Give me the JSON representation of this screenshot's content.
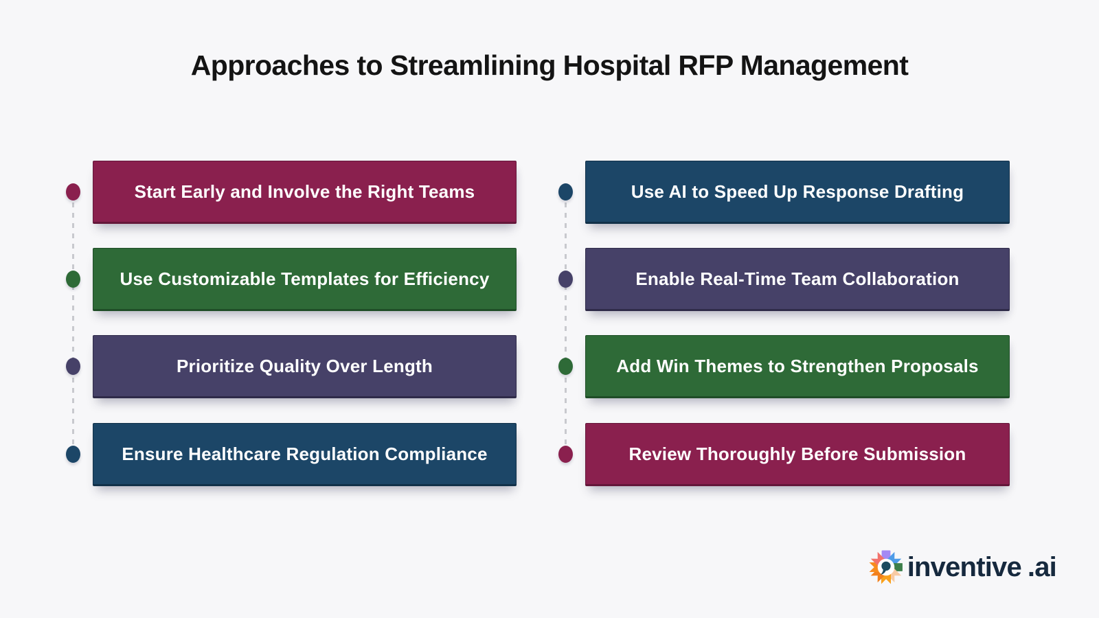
{
  "title": "Approaches to Streamlining Hospital RFP Management",
  "background": "#F7F7F9",
  "connector_color": "#C8C9CE",
  "box_text_color": "#FFFFFF",
  "columns": {
    "left": [
      {
        "label": "Start Early and Involve the Right Teams",
        "color": "#8A204E",
        "border": "#64173A"
      },
      {
        "label": "Use Customizable Templates for Efficiency",
        "color": "#2E6A37",
        "border": "#1F4D27"
      },
      {
        "label": "Prioritize Quality Over Length",
        "color": "#464168",
        "border": "#2F2B49"
      },
      {
        "label": "Ensure Healthcare Regulation Compliance",
        "color": "#1C4667",
        "border": "#123149"
      }
    ],
    "right": [
      {
        "label": "Use AI to Speed Up Response Drafting",
        "color": "#1C4667",
        "border": "#123149"
      },
      {
        "label": "Enable Real-Time Team Collaboration",
        "color": "#464168",
        "border": "#2F2B49"
      },
      {
        "label": "Add Win Themes to Strengthen Proposals",
        "color": "#2E6A37",
        "border": "#1F4D27"
      },
      {
        "label": "Review Thoroughly Before Submission",
        "color": "#8A204E",
        "border": "#64173A"
      }
    ]
  },
  "branding": {
    "wordmark": "inventive",
    "domain": ".ai",
    "text_color": "#16293E",
    "icon": "inventive-flower-icon",
    "center_color": "#1B4A5E",
    "petals": [
      "#A489F4",
      "#4E9BE8",
      "#3D7F4B",
      "#F8CBA4",
      "#F9A11B",
      "#F2801C",
      "#F78C1E",
      "#F2726C"
    ]
  }
}
